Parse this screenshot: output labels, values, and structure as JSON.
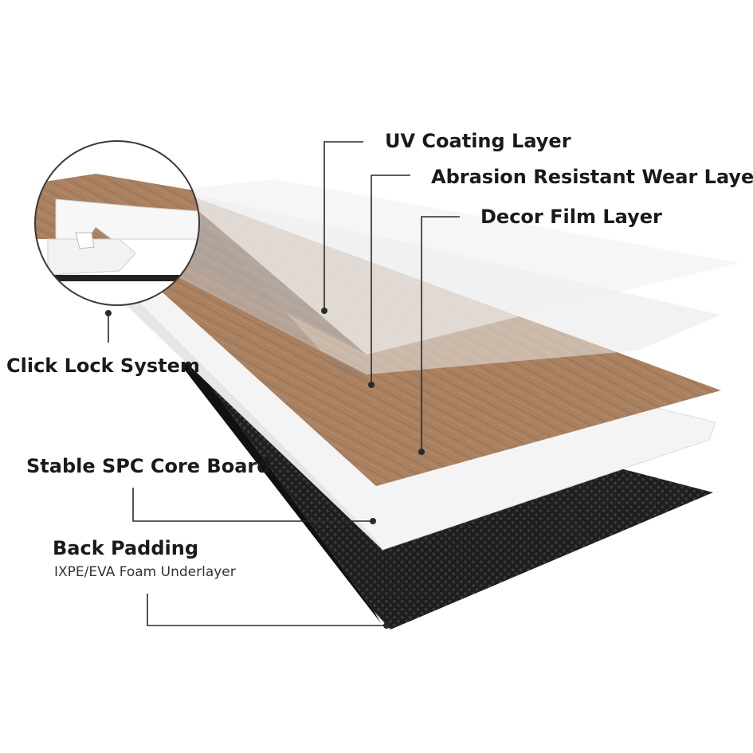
{
  "diagram": {
    "labels": {
      "uv_coating": "UV Coating Layer",
      "abrasion_wear": "Abrasion Resistant Wear Layer",
      "decor_film": "Decor Film Layer",
      "click_lock": "Click Lock System",
      "spc_core": "Stable SPC Core Board",
      "back_padding": "Back Padding",
      "back_padding_sub": "IXPE/EVA Foam Underlayer"
    },
    "colors": {
      "wood": "#a98060",
      "wood_dark": "#8c6446",
      "gray_wood": "#8e7d70",
      "core": "#f4f4f4",
      "backing": "#1e1e1e",
      "leader": "#2a2a2a"
    }
  }
}
